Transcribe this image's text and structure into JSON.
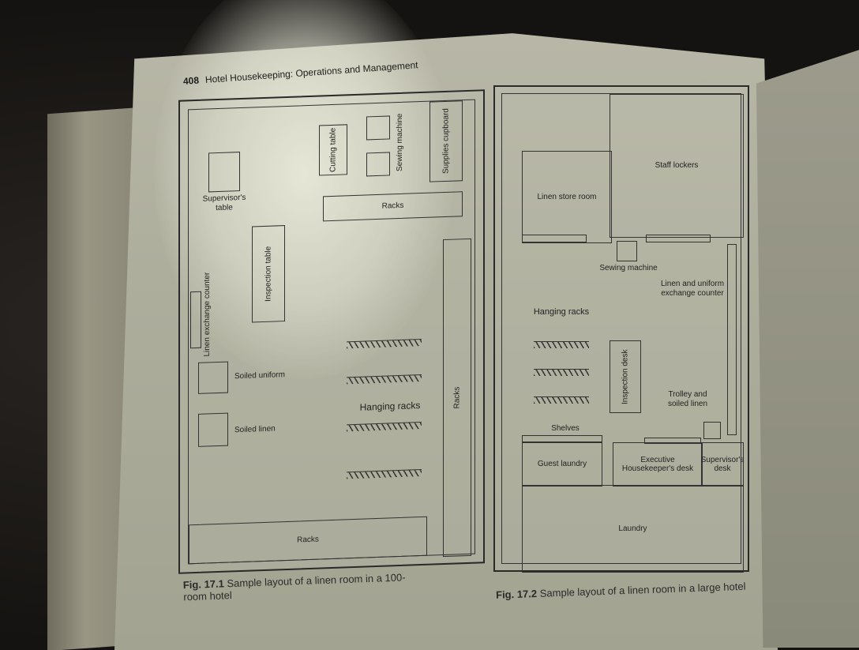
{
  "page": {
    "number": "408",
    "running_header": "Hotel Housekeeping: Operations and Management"
  },
  "figure1": {
    "labels": {
      "cutting_table": "Cutting table",
      "sewing_machine": "Sewing machine",
      "supplies_cupboard": "Supplies cupboard",
      "supervisors_table": "Supervisor's table",
      "racks_top": "Racks",
      "inspection_table": "Inspection table",
      "linen_exchange_counter": "Linen exchange counter",
      "soiled_uniform": "Soiled uniform",
      "soiled_linen": "Soiled linen",
      "hanging_racks": "Hanging racks",
      "racks_right": "Racks",
      "racks_bottom": "Racks"
    },
    "caption_num": "Fig. 17.1",
    "caption_text": "Sample layout of a linen room in a 100-room hotel"
  },
  "figure2": {
    "labels": {
      "staff_lockers": "Staff lockers",
      "linen_store_room": "Linen store room",
      "sewing_machine": "Sewing machine",
      "linen_uniform_exchange": "Linen and uniform exchange counter",
      "hanging_racks": "Hanging racks",
      "inspection_desk": "Inspection desk",
      "trolley_soiled_linen": "Trolley and soiled linen",
      "shelves": "Shelves",
      "guest_laundry": "Guest laundry",
      "exec_housekeeper_desk": "Executive Housekeeper's desk",
      "supervisors_desk": "Supervisor's desk",
      "laundry": "Laundry"
    },
    "caption_num": "Fig. 17.2",
    "caption_text": "Sample layout of a linen room in a large hotel"
  }
}
